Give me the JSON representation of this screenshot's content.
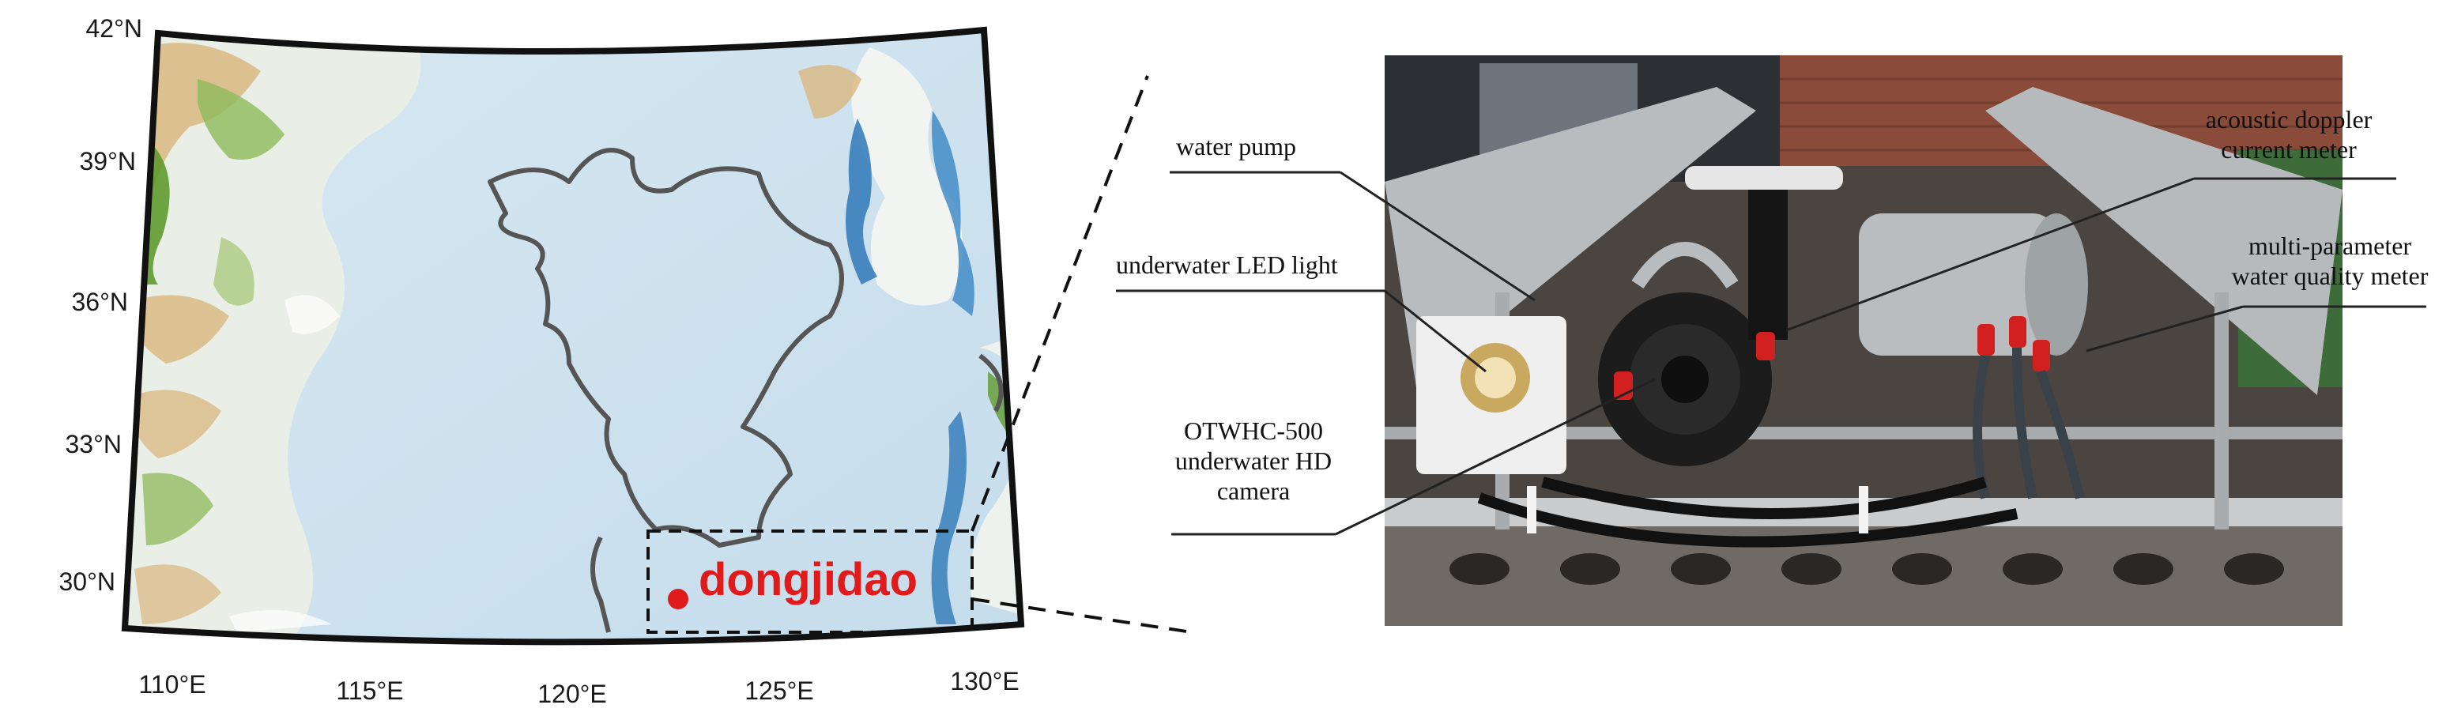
{
  "map": {
    "lat_ticks": [
      "42°N",
      "39°N",
      "36°N",
      "33°N",
      "30°N"
    ],
    "lon_ticks": [
      "110°E",
      "115°E",
      "120°E",
      "125°E",
      "130°E"
    ],
    "station_label": "dongjidao",
    "station_color": "#e01b1b",
    "sea_color": "#cfe2ee",
    "land_green": "#5f9a2e",
    "land_tan": "#d9b77f",
    "deep_blue": "#2f78b8"
  },
  "photo": {
    "callouts": {
      "water_pump": "water pump",
      "led_light": "underwater LED light",
      "camera_line1": "OTWHC-500",
      "camera_line2": "underwater HD",
      "camera_line3": "camera",
      "adcp_line1": "acoustic doppler",
      "adcp_line2": "current meter",
      "wq_line1": "multi-parameter",
      "wq_line2": "water quality meter"
    }
  }
}
